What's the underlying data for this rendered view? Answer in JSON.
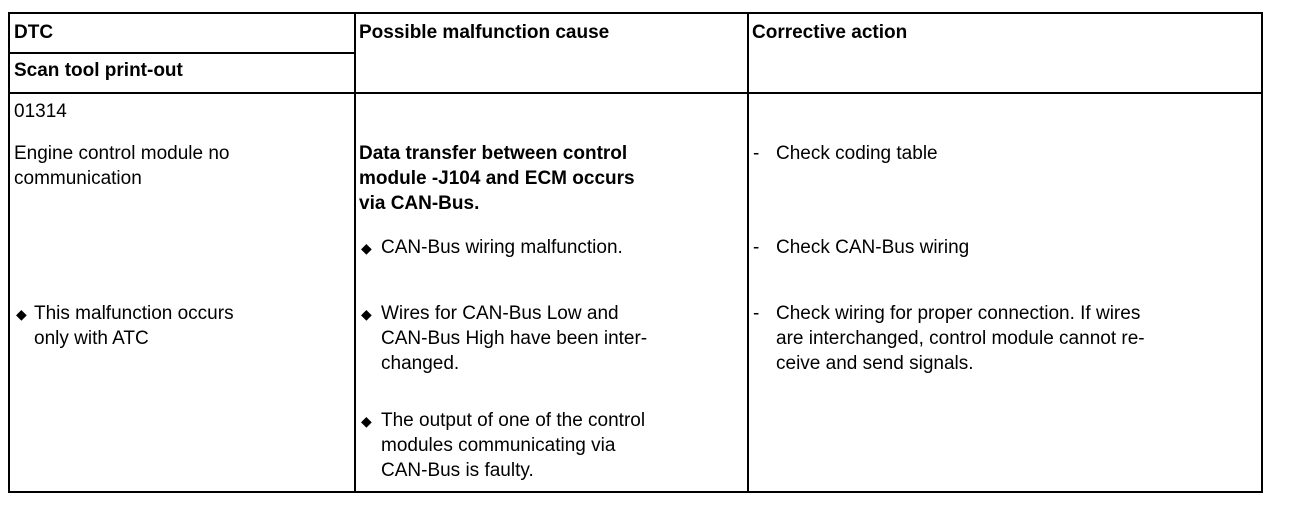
{
  "headers": {
    "dtc": "DTC",
    "scan_tool": "Scan tool print-out",
    "cause": "Possible malfunction cause",
    "action": "Corrective action"
  },
  "col1": {
    "code": "01314",
    "description": [
      "Engine control module no",
      "communication"
    ],
    "note_marker": "◆",
    "note": [
      "This malfunction occurs",
      "only with ATC"
    ]
  },
  "col2": {
    "summary": [
      "Data transfer between control",
      "module -J104 and ECM occurs",
      "via CAN-Bus."
    ],
    "bullet_marker": "◆",
    "bullets": [
      [
        "CAN-Bus  wiring  malfunction."
      ],
      [
        "Wires for CAN-Bus Low and",
        "CAN-Bus High have been inter-",
        "changed."
      ],
      [
        "The output of one of the control",
        "modules  communicating  via",
        "CAN-Bus  is  faulty."
      ]
    ]
  },
  "col3": {
    "dash": "-",
    "actions": [
      [
        "Check  coding  table"
      ],
      [
        "Check  CAN-Bus  wiring"
      ],
      [
        "Check wiring for proper connection.  If wires",
        "are interchanged, control module cannot re-",
        "ceive and send signals."
      ]
    ]
  }
}
